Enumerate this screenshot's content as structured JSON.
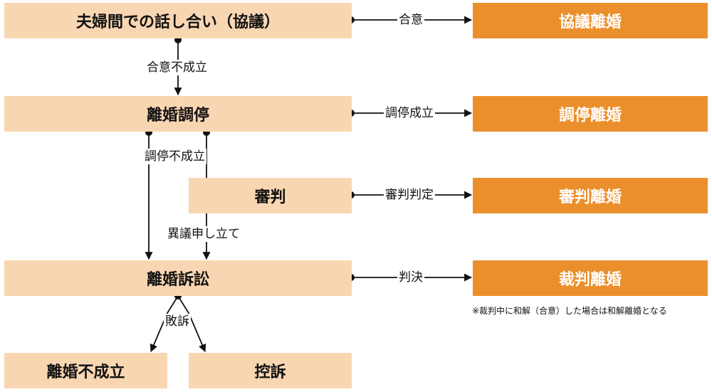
{
  "colors": {
    "light_box": "#f9d6b2",
    "result_box": "#eb8f2c",
    "line": "#111111"
  },
  "nodes": {
    "discussion": "夫婦間での話し合い（協議）",
    "mediation": "離婚調停",
    "trial": "審判",
    "lawsuit": "離婚訴訟",
    "no_divorce": "離婚不成立",
    "appeal": "控訴"
  },
  "results": {
    "agreement_divorce": "協議離婚",
    "mediation_divorce": "調停離婚",
    "trial_divorce": "審判離婚",
    "judicial_divorce": "裁判離婚"
  },
  "edges": {
    "agreement": "合意",
    "no_agreement": "合意不成立",
    "mediation_success": "調停成立",
    "mediation_fail": "調停不成立",
    "trial_decision": "審判判定",
    "objection": "異議申し立て",
    "judgment": "判決",
    "defeat": "敗訴"
  },
  "note": "※裁判中に和解（合意）した場合は和解離婚となる"
}
